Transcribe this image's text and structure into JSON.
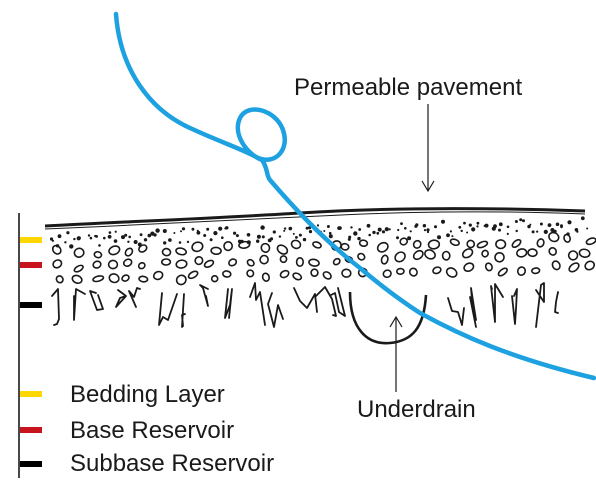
{
  "labels": {
    "permeable_pavement": "Permeable pavement",
    "underdrain": "Underdrain"
  },
  "legend": [
    {
      "label": "Bedding Layer",
      "color": "#ffd700"
    },
    {
      "label": "Base Reservoir",
      "color": "#c8141e"
    },
    {
      "label": "Subbase Reservoir",
      "color": "#000000"
    }
  ],
  "colors": {
    "annotation_stroke": "#1da1e0",
    "ink": "#1a1a1a"
  }
}
